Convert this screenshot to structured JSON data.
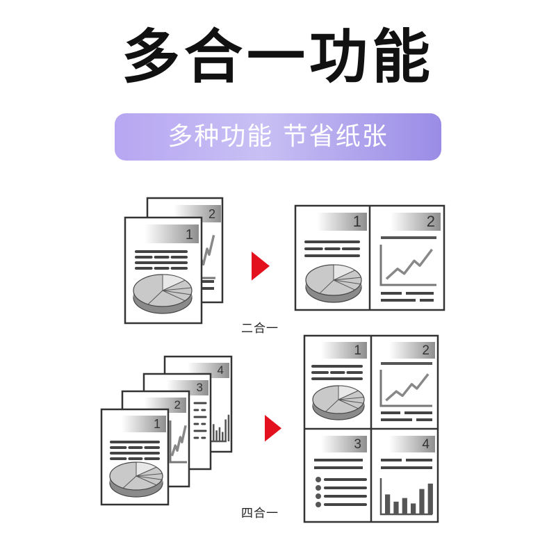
{
  "title": "多合一功能",
  "subtitle": "多种功能 节省纸张",
  "two_in_one": {
    "caption": "二合一",
    "source_pages": [
      "1",
      "2"
    ],
    "result_pages": [
      "1",
      "2"
    ]
  },
  "four_in_one": {
    "caption": "四合一",
    "source_pages": [
      "1",
      "2",
      "3",
      "4"
    ],
    "result_pages": [
      "1",
      "2",
      "3",
      "4"
    ]
  },
  "colors": {
    "arrow": "#e3101d",
    "page_border": "#333333",
    "bar_gray": "#555555",
    "banner_start": "#b7a6f2",
    "banner_end": "#9a8ce6"
  },
  "icons": [
    "document-page-icon",
    "pie-chart-icon",
    "line-chart-icon",
    "bar-chart-icon",
    "red-arrow-icon"
  ]
}
